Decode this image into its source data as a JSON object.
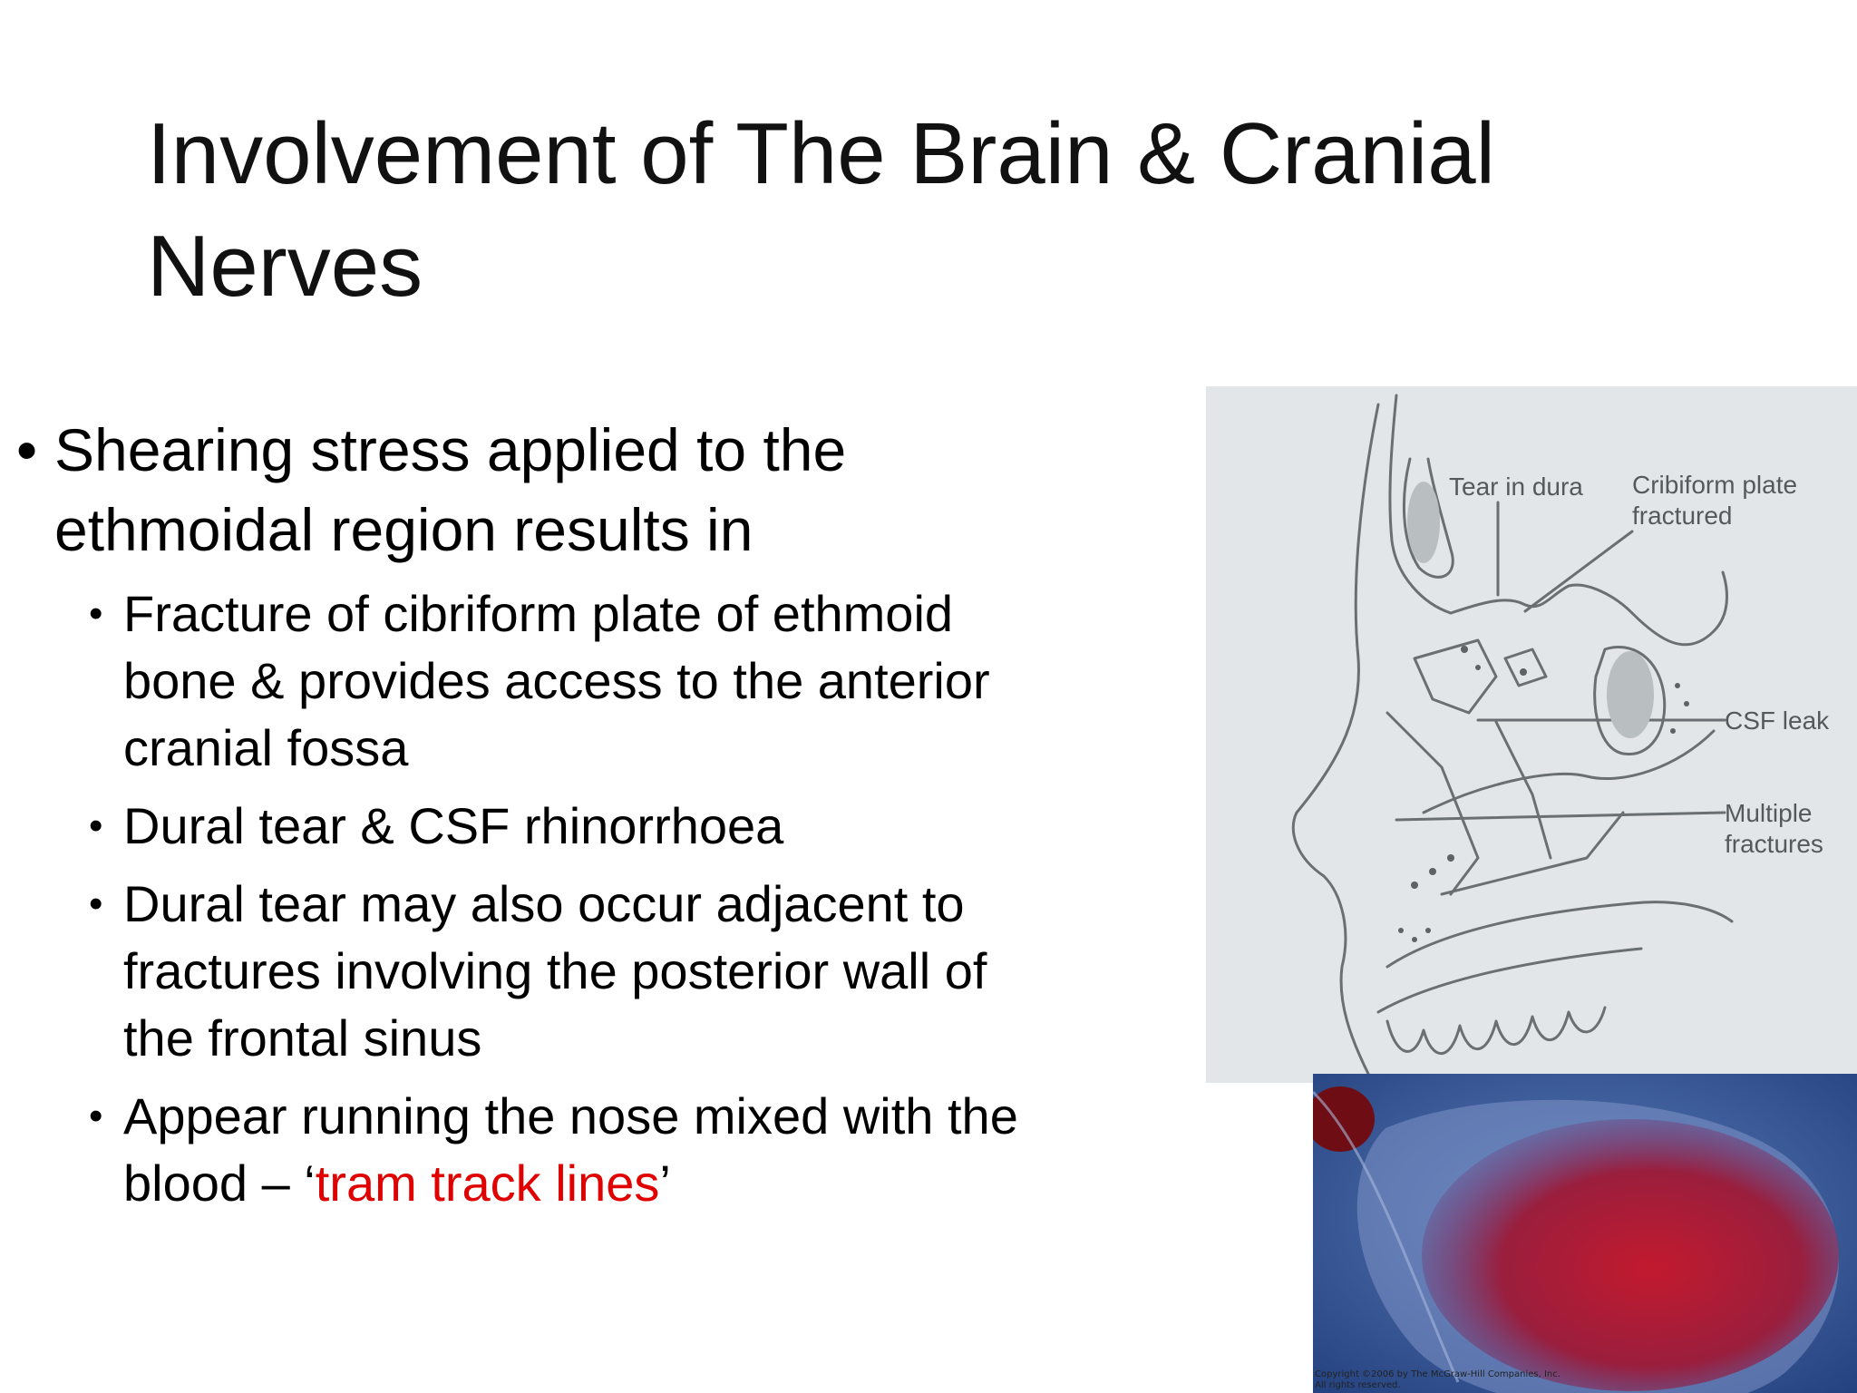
{
  "slide": {
    "title_line1": "Involvement of The Brain & Cranial",
    "title_line2": "Nerves",
    "bullet_main": {
      "line1": "Shearing stress applied to the",
      "line2": "ethmoidal region results in"
    },
    "sub_bullets": [
      {
        "line1": "Fracture of cibriform plate of ethmoid",
        "line2": "bone & provides access to the anterior",
        "line3": "cranial fossa"
      },
      {
        "line1": "Dural tear & CSF rhinorrhoea"
      },
      {
        "line1": "Dural tear may also occur adjacent to",
        "line2": "fractures involving the posterior wall of",
        "line3": "the frontal sinus"
      },
      {
        "line1": "Appear running the nose mixed with the",
        "line2_pre": "blood – ‘",
        "line2_highlight": "tram track lines",
        "line2_post": "’"
      }
    ],
    "bullet_glyph": "•",
    "highlight_color": "#e00000"
  },
  "diagram": {
    "labels": {
      "tear_in_dura": "Tear in dura",
      "cribiform_1": "Cribiform plate",
      "cribiform_2": "fractured",
      "csf_leak": "CSF leak",
      "multiple_1": "Multiple",
      "multiple_2": "fractures"
    }
  },
  "photo": {
    "copyright_1": "Copyright ©2006 by The McGraw-Hill Companies, Inc.",
    "copyright_2": "All rights reserved."
  }
}
